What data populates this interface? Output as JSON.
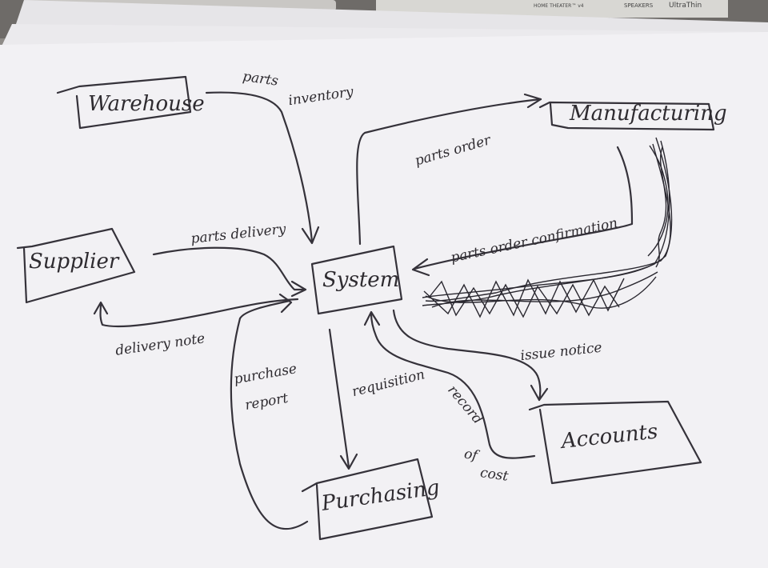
{
  "device": {
    "labels": [
      "HOME THEATER™ v4",
      "SPEAKERS",
      "UltraThin"
    ]
  },
  "boxes": {
    "warehouse": "Warehouse",
    "manufacturing": "Manufacturing",
    "supplier": "Supplier",
    "system": "System",
    "purchasing": "Purchasing",
    "accounts": "Accounts"
  },
  "edges": {
    "parts": "parts",
    "inventory": "inventory",
    "parts_order": "parts order",
    "parts_order_confirmation": "parts order confirmation",
    "parts_delivery": "parts delivery",
    "delivery_note": "delivery note",
    "purchase": "purchase",
    "report": "report",
    "requisition": "requisition",
    "record": "record",
    "of": "of",
    "cost": "cost",
    "issue_notice": "issue notice"
  },
  "colors": {
    "paper": "#f2f1f4",
    "ink": "#35323a",
    "background": "#8e8b87"
  }
}
